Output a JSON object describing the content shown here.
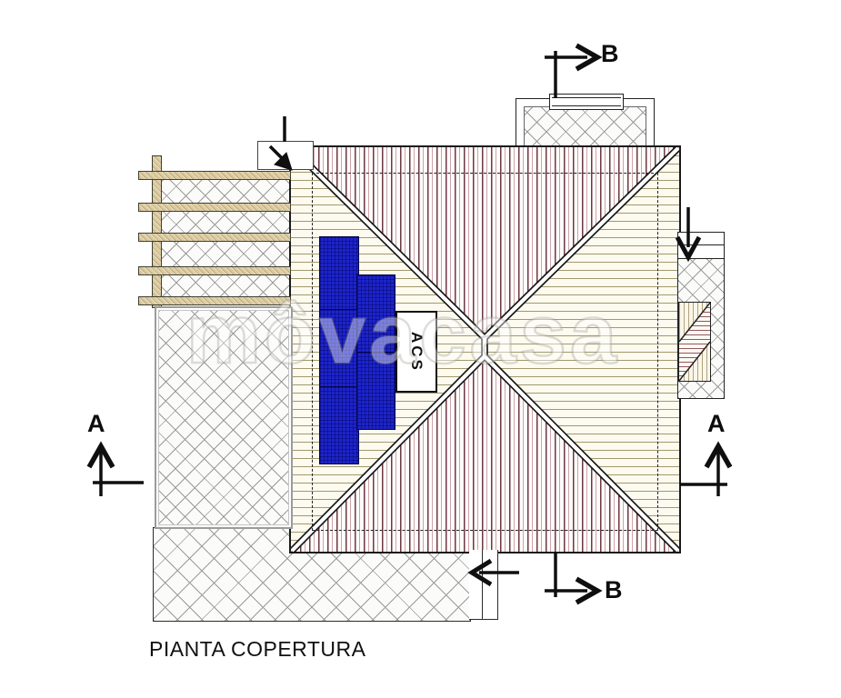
{
  "title": "PIANTA COPERTURA",
  "watermark": "môvacasa",
  "roof": {
    "acs_label": "ACS",
    "solar_panels_count": 5
  },
  "markers": {
    "b_top": {
      "label": "B"
    },
    "b_bottom": {
      "label": "B"
    },
    "a_left": {
      "label": "A"
    },
    "a_right": {
      "label": "A"
    }
  },
  "colors": {
    "panel_blue": "#1d24c9",
    "roof_hatch_maroon": "#6d3742",
    "roof_hatch_tan": "#928859",
    "lattice_gray": "#9a9a9a",
    "wood_tan": "#dbcb9f",
    "line_black": "#1a1a1a"
  }
}
